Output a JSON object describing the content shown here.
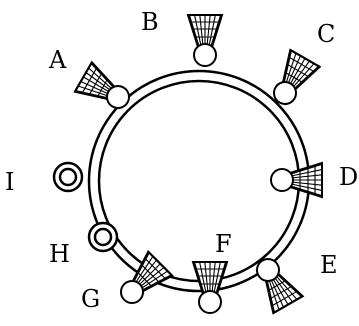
{
  "diagram": {
    "positions": [
      {
        "id": "A",
        "label": "A",
        "item": "shuttlecock"
      },
      {
        "id": "B",
        "label": "B",
        "item": "shuttlecock"
      },
      {
        "id": "C",
        "label": "C",
        "item": "shuttlecock"
      },
      {
        "id": "D",
        "label": "D",
        "item": "shuttlecock"
      },
      {
        "id": "E",
        "label": "E",
        "item": "shuttlecock"
      },
      {
        "id": "F",
        "label": "F",
        "item": "shuttlecock"
      },
      {
        "id": "G",
        "label": "G",
        "item": "shuttlecock"
      },
      {
        "id": "H",
        "label": "H",
        "item": "ring"
      },
      {
        "id": "I",
        "label": "I",
        "item": "ring"
      }
    ]
  }
}
